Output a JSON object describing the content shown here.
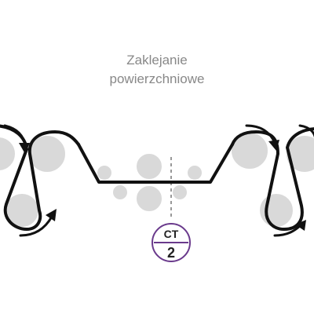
{
  "title_lines": [
    "Zaklejanie",
    "powierzchniowe"
  ],
  "badge": {
    "top": "CT",
    "bottom": "2",
    "ring_color": "#6a3a8c"
  },
  "colors": {
    "web": "#111111",
    "roller": "#d9d9d9",
    "text": "#888888"
  },
  "icons": [
    "rotation-arrow-icon"
  ]
}
